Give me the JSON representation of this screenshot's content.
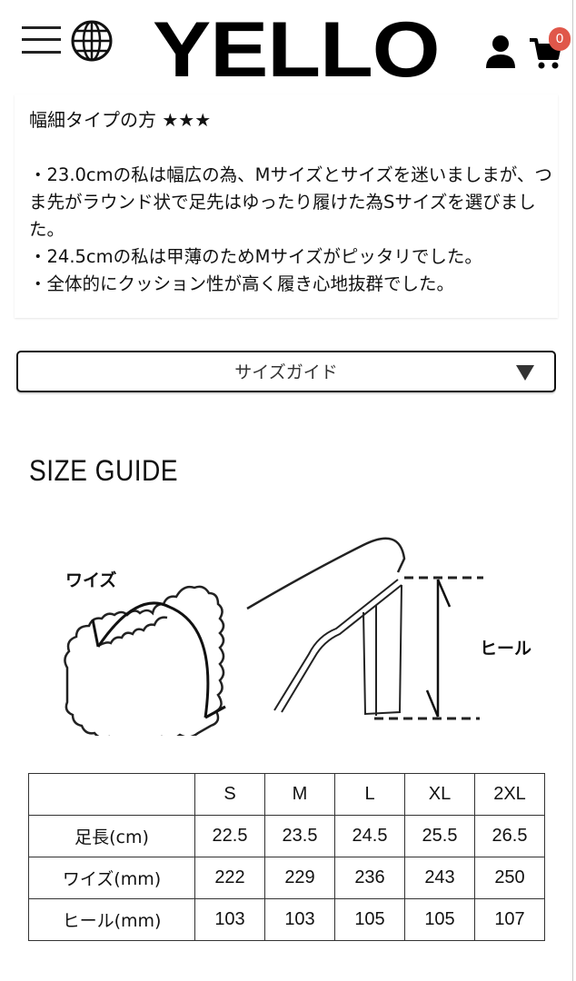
{
  "header": {
    "logo": "YELLO",
    "menu_icon": "hamburger-menu-icon",
    "language_icon": "globe-icon",
    "account_icon": "user-icon",
    "cart_icon": "cart-icon",
    "cart_count": "0",
    "badge_color": "#e0574a"
  },
  "review": {
    "title": "幅細タイプの方 ★★★",
    "lines": [
      "・23.0cmの私は幅広の為、Mサイズとサイズを迷いましまが、つま先がラウンド状で足先はゆったり履けた為Sサイズを選びました。",
      "・24.5cmの私は甲薄のためMサイズがピッタリでした。",
      "・全体的にクッション性が高く履き心地抜群でした。"
    ]
  },
  "accordion": {
    "label": "サイズガイド",
    "arrow_icon": "caret-down-icon"
  },
  "size_guide": {
    "title": "SIZE GUIDE",
    "diagram": {
      "width_label": "ワイズ",
      "heel_label": "ヒール"
    },
    "table": {
      "columns": [
        "",
        "S",
        "M",
        "L",
        "XL",
        "2XL"
      ],
      "rows": [
        {
          "label": "足長(cm)",
          "values": [
            "22.5",
            "23.5",
            "24.5",
            "25.5",
            "26.5"
          ]
        },
        {
          "label": "ワイズ(mm)",
          "values": [
            "222",
            "229",
            "236",
            "243",
            "250"
          ]
        },
        {
          "label": "ヒール(mm)",
          "values": [
            "103",
            "103",
            "105",
            "105",
            "107"
          ]
        }
      ]
    }
  }
}
